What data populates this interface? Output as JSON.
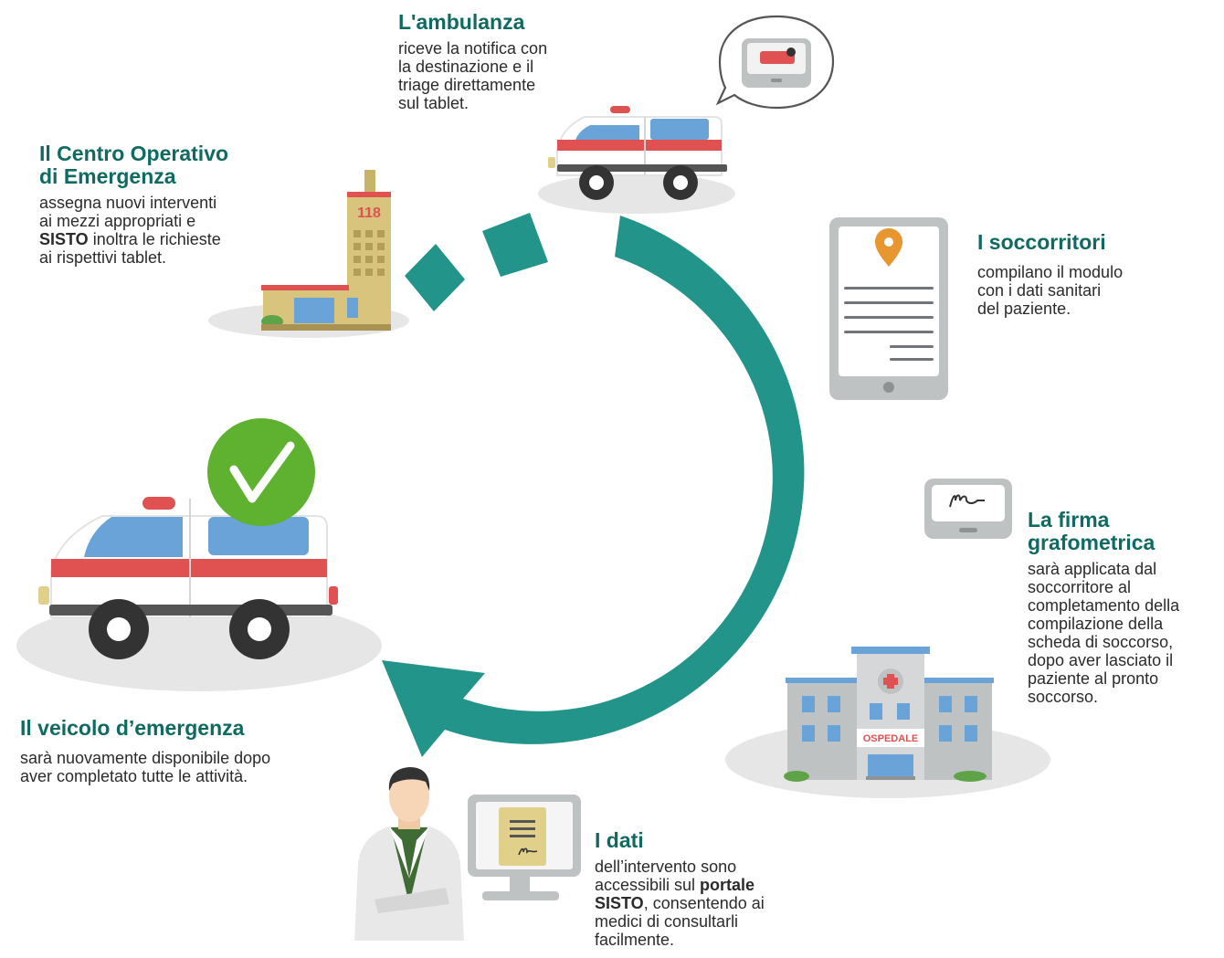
{
  "colors": {
    "teal": "#23948a",
    "title": "#0f6a62",
    "red": "#e05252",
    "blue": "#6aa3d8",
    "green": "#5fb130",
    "gray": "#bfc2c3",
    "floor": "#e6e6e6"
  },
  "icons": {
    "call_centre": "building-118-icon",
    "ambulance_small": "ambulance-icon",
    "speech_tablet": "tablet-speech-bubble-icon",
    "form_tablet": "tablet-form-location-icon",
    "signature_pad": "signature-pad-icon",
    "hospital": "hospital-icon",
    "doctor": "doctor-icon",
    "monitor": "monitor-document-icon",
    "ambulance_large": "ambulance-icon",
    "checkmark": "checkmark-icon"
  },
  "labels": {
    "building": "118",
    "hospital": "OSPEDALE"
  },
  "steps": {
    "ambulanza": {
      "title": "L'ambulanza",
      "lines": [
        "riceve la notifica con",
        "la destinazione e il",
        "triage direttamente",
        "sul tablet."
      ]
    },
    "centro": {
      "title_lines": [
        "Il Centro Operativo",
        "di Emergenza"
      ],
      "l1": "assegna nuovi interventi",
      "l2": "ai mezzi appropriati e",
      "l3_bold": "SISTO",
      "l3_rest": " inoltra le richieste",
      "l4": "ai rispettivi tablet."
    },
    "soccorritori": {
      "title": "I soccorritori",
      "lines": [
        "compilano il modulo",
        "con i dati sanitari",
        "del paziente."
      ]
    },
    "firma": {
      "title_lines": [
        "La firma",
        "grafometrica"
      ],
      "lines": [
        "sarà applicata dal",
        "soccorritore al",
        "completamento della",
        "compilazione della",
        "scheda di soccorso,",
        "dopo aver lasciato il",
        "paziente al pronto",
        "soccorso."
      ]
    },
    "dati": {
      "title": "I dati",
      "l1": "dell’intervento sono",
      "l2_pre": "accessibili sul ",
      "l2_bold": "portale",
      "l3_bold": "SISTO",
      "l3_rest": ", consentendo ai",
      "l4": "medici di consultarli",
      "l5": "facilmente."
    },
    "veicolo": {
      "title": "Il veicolo d’emergenza",
      "lines": [
        "sarà nuovamente disponibile dopo",
        "aver completato tutte le attività."
      ]
    }
  }
}
